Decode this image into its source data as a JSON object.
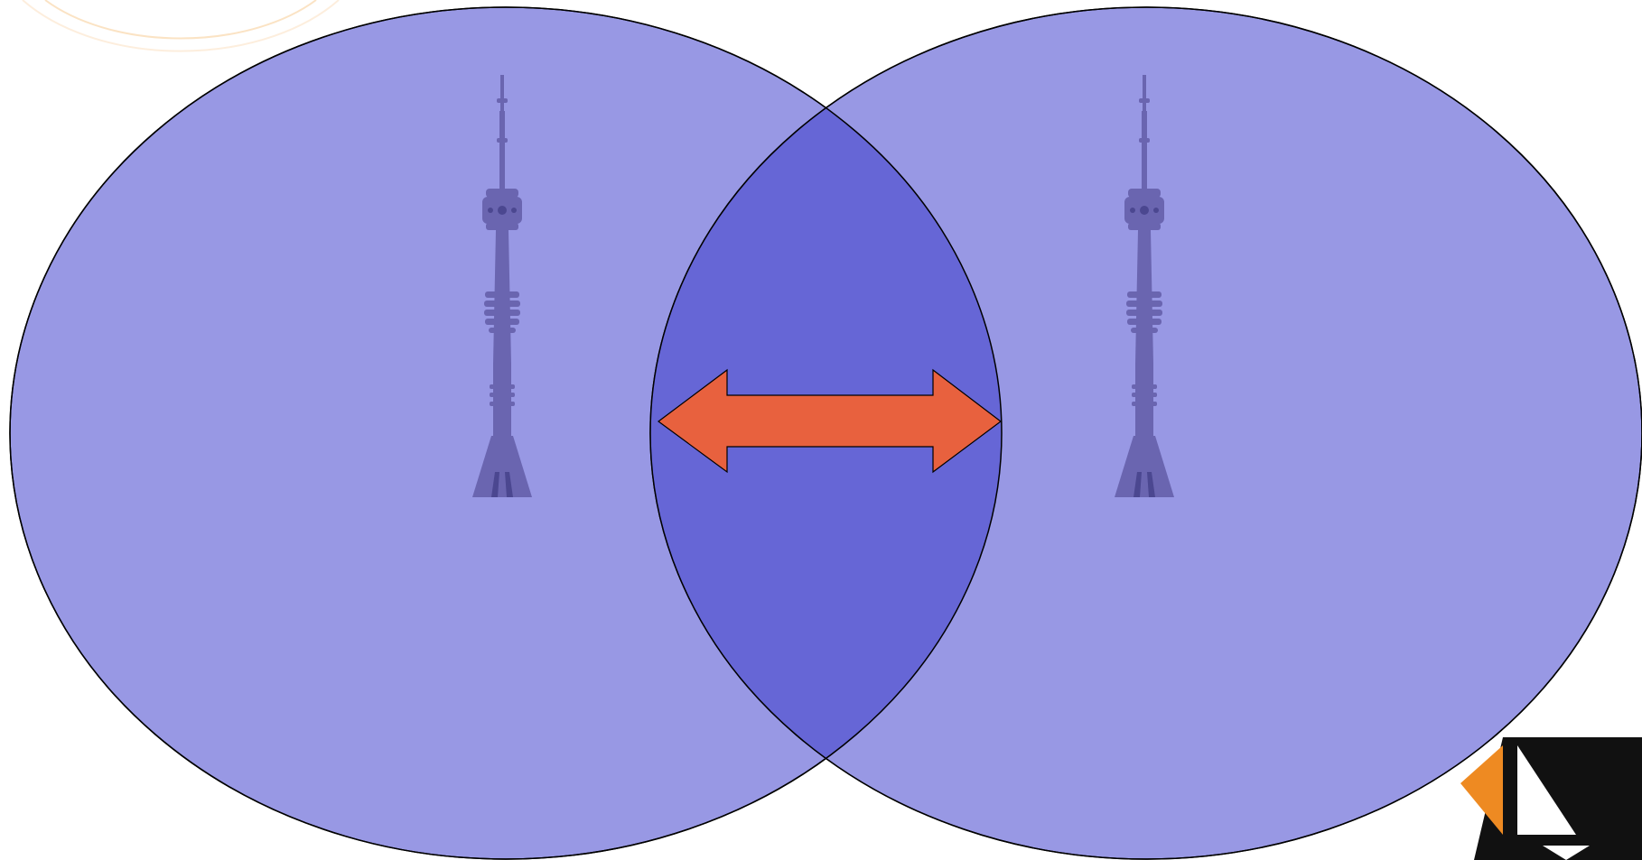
{
  "diagram": {
    "kind": "coverage-overlap",
    "towers": [
      {
        "name": "left-tower"
      },
      {
        "name": "right-tower"
      }
    ],
    "arrow": {
      "direction": "bidirectional"
    }
  },
  "colors": {
    "background": "#ffffff",
    "coverage_fill": "#9898e4",
    "overlap_fill": "#6666d6",
    "outline": "#000000",
    "arrow_fill": "#e8613e",
    "tower_fill": "#6a65b0",
    "tower_dark": "#4b4790",
    "faint_ring": "#fbe3c4",
    "logo_dark": "#111111",
    "logo_orange": "#ee8a22",
    "logo_white": "#ffffff"
  },
  "icons": {
    "tower": "radio-tower-icon",
    "arrow": "double-arrow-icon",
    "logo": "brand-logo-icon"
  }
}
